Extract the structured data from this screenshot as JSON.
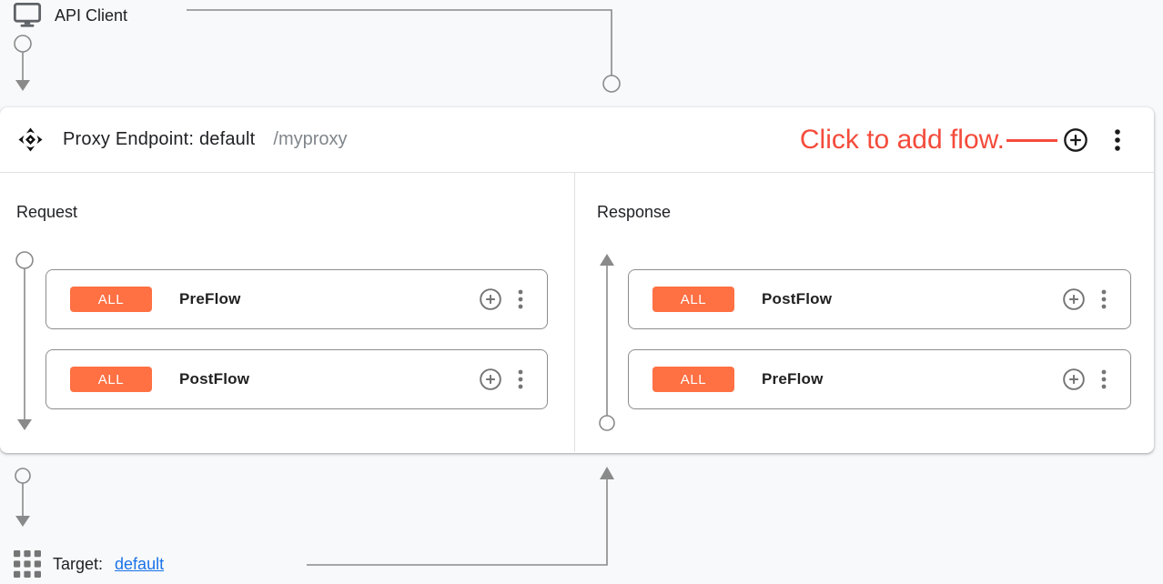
{
  "colors": {
    "badge_orange": "#FF7043",
    "annotation_red": "#F44B3B",
    "link_blue": "#1A73E8",
    "connector_gray": "#8A8A8A"
  },
  "api_client": {
    "label": "API Client"
  },
  "proxy_endpoint": {
    "title": "Proxy Endpoint: default",
    "basepath": "/myproxy",
    "annotation": "Click to add flow.",
    "request": {
      "label": "Request",
      "flows": [
        {
          "condition": "ALL",
          "name": "PreFlow"
        },
        {
          "condition": "ALL",
          "name": "PostFlow"
        }
      ]
    },
    "response": {
      "label": "Response",
      "flows": [
        {
          "condition": "ALL",
          "name": "PostFlow"
        },
        {
          "condition": "ALL",
          "name": "PreFlow"
        }
      ]
    }
  },
  "target": {
    "label": "Target:",
    "link": "default"
  }
}
